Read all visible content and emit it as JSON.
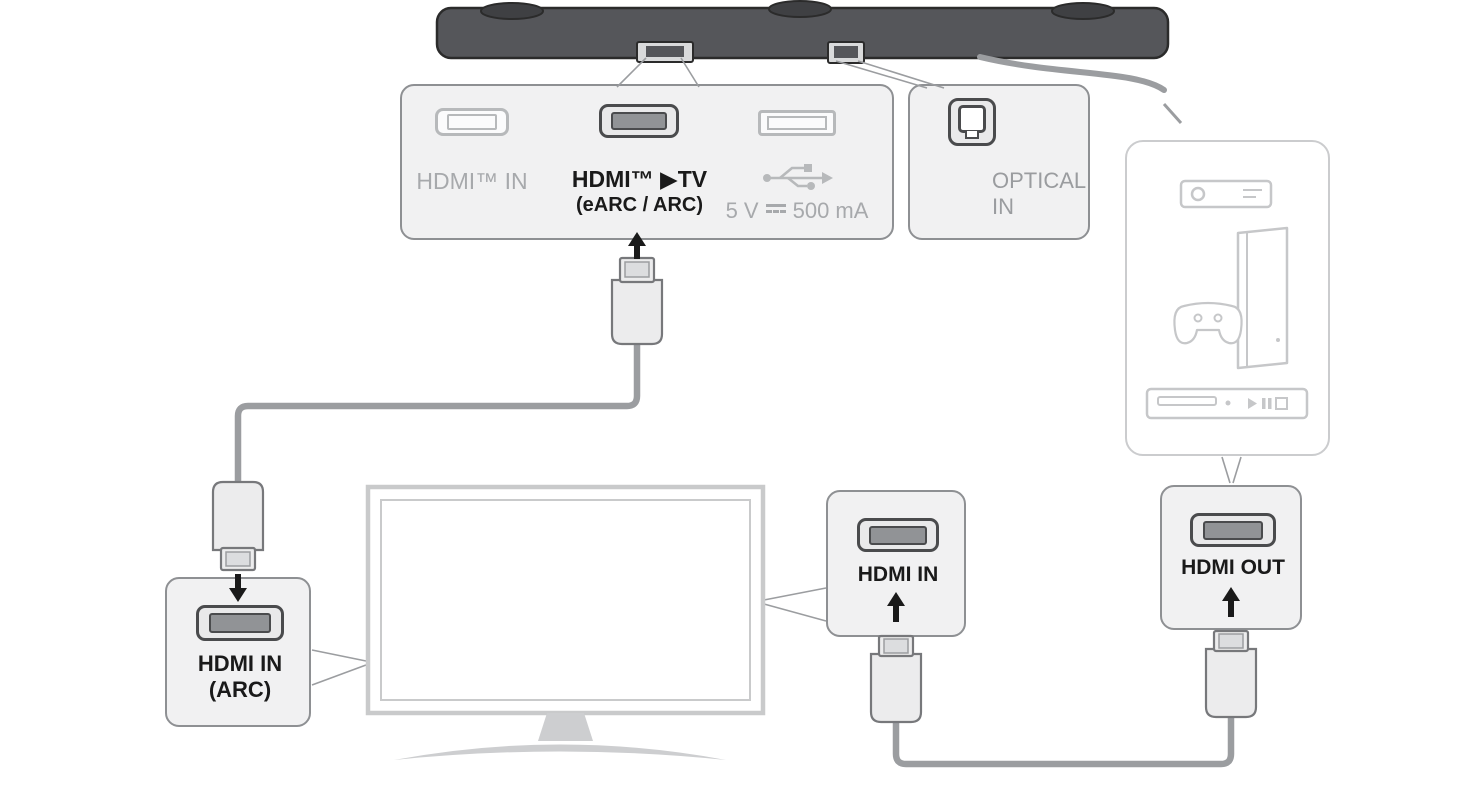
{
  "soundbar_panel": {
    "hdmi_in_label": "HDMI™ IN",
    "hdmi_tv_label": "HDMI™ ▶TV",
    "hdmi_tv_sublabel": "(eARC / ARC)",
    "usb_voltage": "5 V",
    "usb_current": "500 mA"
  },
  "optical_panel": {
    "label": "OPTICAL\nIN"
  },
  "tv_arc_panel": {
    "label": "HDMI IN\n(ARC)"
  },
  "tv_hdmi_in_panel": {
    "label": "HDMI IN"
  },
  "device_hdmi_out_panel": {
    "label": "HDMI OUT"
  },
  "colors": {
    "panel_background": "#f1f1f2",
    "panel_border": "#8e9093",
    "gray_text": "#a7a9ac",
    "dark_text": "#1a1a1a",
    "cable_gray": "#9b9da0",
    "port_dark": "#4a4b4d",
    "soundbar_body": "#55565a",
    "device_outline": "#c6c7c9",
    "tv_outline": "#c9cacb"
  }
}
